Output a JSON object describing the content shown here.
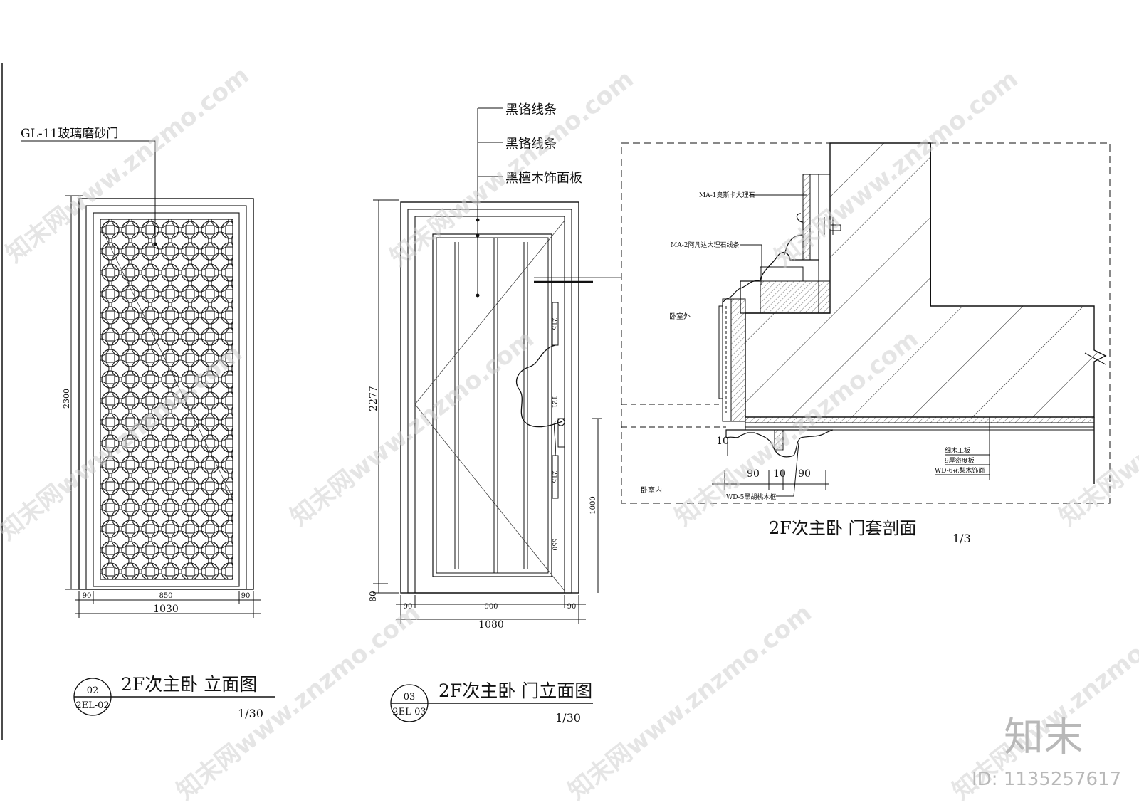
{
  "drawing_02": {
    "callout": "GL-11玻璃磨砂门",
    "dim_height": "2300",
    "dim_left": "90",
    "dim_mid": "850",
    "dim_right": "90",
    "dim_total": "1030",
    "title": "2F次主卧 立面图",
    "scale": "1/30",
    "ref_top": "02",
    "ref_bottom": "2EL-02"
  },
  "drawing_03": {
    "callout_1": "黑铬线条",
    "callout_2": "黑铬线条",
    "callout_3": "黑檀木饰面板",
    "dim_height": "2277",
    "dim_base": "80",
    "dim_handle_1": "215",
    "dim_handle_2": "121",
    "dim_handle_3": "215",
    "dim_handle_4": "550",
    "dim_handle_height": "1000",
    "dim_left": "90",
    "dim_mid": "900",
    "dim_right": "90",
    "dim_total": "1080",
    "title": "2F次主卧 门立面图",
    "scale": "1/30",
    "ref_top": "03",
    "ref_bottom": "2EL-03"
  },
  "section": {
    "label_ma1": "MA-1奥斯卡大理石",
    "label_ma2": "MA-2阿凡达大理石线条",
    "label_outside": "卧室外",
    "label_inside": "卧室内",
    "label_wd5": "WD-5黑胡桃木框",
    "label_layer1": "细木工板",
    "label_layer2": "9厚密度板",
    "label_layer3": "WD-6花梨木饰面",
    "dim_10_vertical": "10",
    "dim_90_a": "90",
    "dim_10_b": "10",
    "dim_90_c": "90",
    "title": "2F次主卧 门套剖面",
    "scale": "1/3"
  },
  "watermark": {
    "text": "知末网www.znzmo.com",
    "brand": "知末",
    "id": "ID: 1135257617"
  }
}
